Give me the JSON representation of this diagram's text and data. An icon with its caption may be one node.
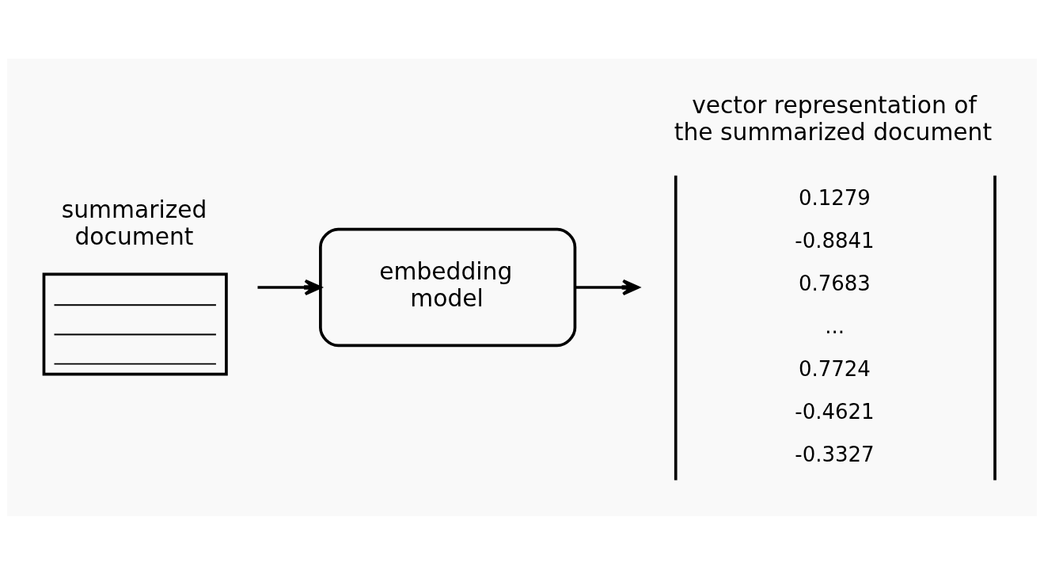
{
  "diagram": {
    "nodes": [
      {
        "text": [
          "summarized document"
        ]
      },
      {
        "text": [
          "embedding model"
        ]
      },
      {
        "text": [
          "vector representation of the summarized document",
          "0.1279",
          "-0.8841",
          "0.7683",
          "...",
          "0.7724",
          "-0.4621",
          "-0.3327"
        ]
      }
    ],
    "edges": [
      {
        "from": 0,
        "to": 1,
        "arrow": "to"
      },
      {
        "from": 1,
        "to": 2,
        "arrow": "to"
      }
    ]
  }
}
